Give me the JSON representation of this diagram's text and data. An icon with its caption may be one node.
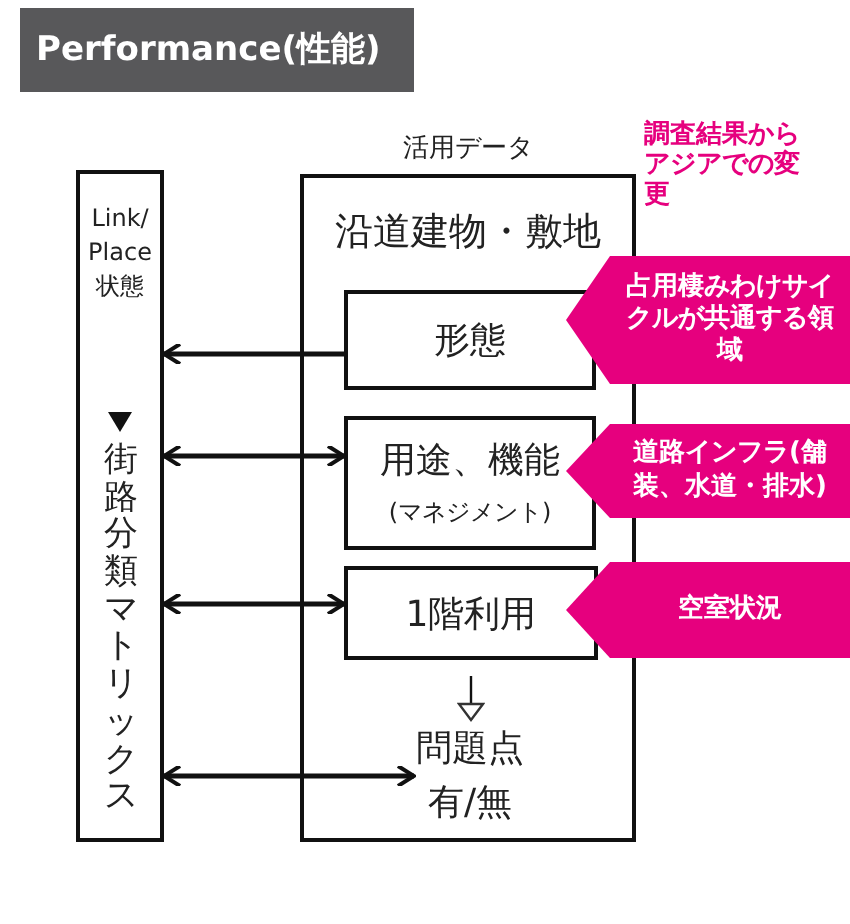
{
  "diagram": {
    "title": "Performance(性能)",
    "nodes": [
      {
        "text": [
          "Link/ Place 状態",
          "街路分類マトリックス"
        ]
      },
      {
        "text": [
          "活用データ",
          "沿道建物・敷地"
        ]
      },
      {
        "text": [
          "形態"
        ],
        "in": 1
      },
      {
        "text": [
          "用途、機能",
          "(マネジメント)"
        ],
        "in": 1
      },
      {
        "text": [
          "1階利用"
        ],
        "in": 1
      },
      {
        "text": [
          "問題点有/無"
        ],
        "in": 1
      },
      {
        "text": [
          "占用棲みわけサイクルが共通する領域"
        ]
      },
      {
        "text": [
          "道路インフラ(舗装、水道・排水)"
        ]
      },
      {
        "text": [
          "空室状況"
        ]
      }
    ],
    "edges": [
      {
        "from": 2,
        "to": 0,
        "arrow": "to"
      },
      {
        "from": 0,
        "to": 3,
        "arrow": "both"
      },
      {
        "from": 0,
        "to": 4,
        "arrow": "both"
      },
      {
        "from": 0,
        "to": 5,
        "arrow": "both"
      },
      {
        "from": 4,
        "to": 5,
        "arrow": "to"
      }
    ],
    "labels": [
      "調査結果からアジアでの変更"
    ]
  }
}
